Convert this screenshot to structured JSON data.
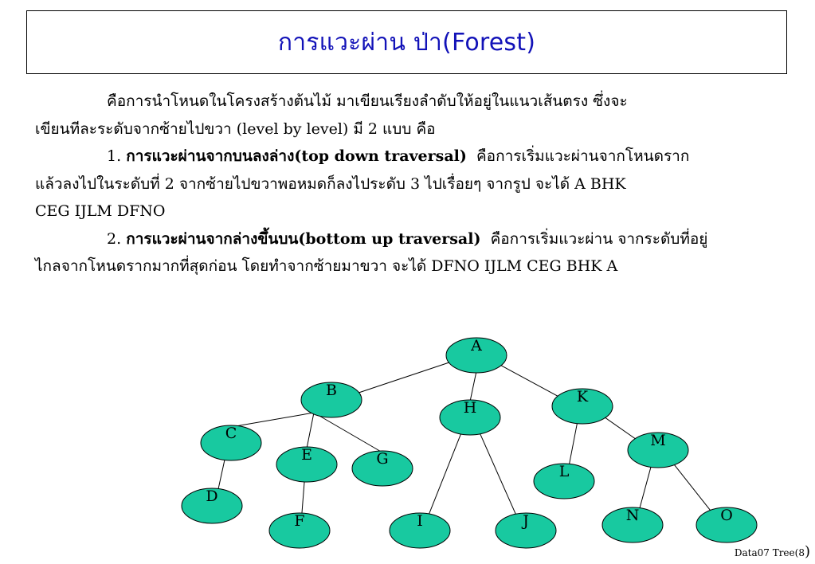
{
  "title": "การแวะผ่าน ป่า(Forest)",
  "paragraphs": {
    "intro_line1": "คือการนำโหนดในโครงสร้างต้นไม้  มาเขียนเรียงลำดับให้อยู่ในแนวเส้นตรง ซึ่งจะ",
    "intro_line2": "เขียนทีละระดับจากซ้ายไปขวา (level by level) มี 2 แบบ คือ",
    "item1_number": "1.",
    "item1_heading": "การแวะผ่านจากบนลงล่าง(top down traversal)",
    "item1_text_line1": "คือการเริ่มแวะผ่านจากโหนดราก",
    "item1_text_line2": "แล้วลงไปในระดับที่ 2 จากซ้ายไปขวาพอหมดก็ลงไประดับ 3 ไปเรื่อยๆ จากรูป จะได้ A BHK",
    "item1_text_line3": "CEG IJLM DFNO",
    "item2_number": "2.",
    "item2_heading": "การแวะผ่านจากล่างขึ้นบน(bottom up traversal)",
    "item2_text_line1": "คือการเริ่มแวะผ่าน จากระดับที่อยู่",
    "item2_text_line2": "ไกลจากโหนดรากมากที่สุดก่อน  โดยทำจากซ้ายมาขวา จะได้  DFNO IJLM CEG BHK A"
  },
  "diagram": {
    "node_fill": "#18c9a0",
    "nodes": [
      {
        "id": "A",
        "label": "A"
      },
      {
        "id": "B",
        "label": "B"
      },
      {
        "id": "H",
        "label": "H"
      },
      {
        "id": "K",
        "label": "K"
      },
      {
        "id": "C",
        "label": "C"
      },
      {
        "id": "E",
        "label": "E"
      },
      {
        "id": "G",
        "label": "G"
      },
      {
        "id": "M",
        "label": "M"
      },
      {
        "id": "L",
        "label": "L"
      },
      {
        "id": "D",
        "label": "D"
      },
      {
        "id": "F",
        "label": "F"
      },
      {
        "id": "I",
        "label": "I"
      },
      {
        "id": "J",
        "label": "J"
      },
      {
        "id": "N",
        "label": "N"
      },
      {
        "id": "O",
        "label": "O"
      }
    ],
    "edges": [
      [
        "A",
        "B"
      ],
      [
        "A",
        "H"
      ],
      [
        "A",
        "K"
      ],
      [
        "B",
        "C"
      ],
      [
        "B",
        "E"
      ],
      [
        "B",
        "G"
      ],
      [
        "C",
        "D"
      ],
      [
        "E",
        "F"
      ],
      [
        "H",
        "I"
      ],
      [
        "H",
        "J"
      ],
      [
        "K",
        "L"
      ],
      [
        "K",
        "M"
      ],
      [
        "M",
        "N"
      ],
      [
        "M",
        "O"
      ]
    ]
  },
  "footer": {
    "label": "Data07 Tree(8",
    "paren": ")"
  }
}
